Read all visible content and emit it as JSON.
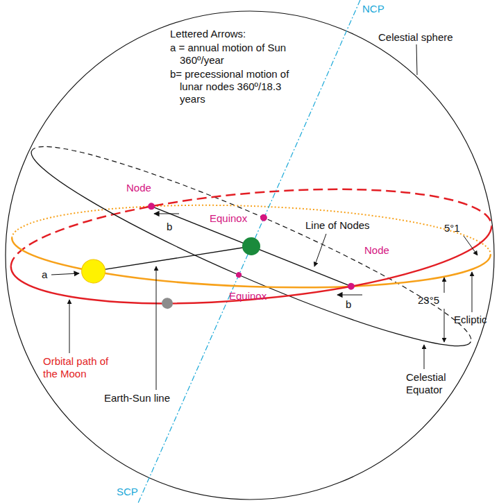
{
  "diagram": {
    "labels": [
      "Lettered Arrows:",
      "a = annual motion of Sun 360º/year",
      "b= precessional motion of lunar nodes 360º/18.3 years",
      "NCP",
      "Celestial sphere",
      "Equinox",
      "Node",
      "Line of Nodes",
      "Node",
      "5°1",
      "b",
      "a",
      "b",
      "Equinox",
      "23°5",
      "Ecliptic",
      "Orbital path of the Moon",
      "Earth-Sun line",
      "Celestial Equator",
      "SCP"
    ]
  }
}
